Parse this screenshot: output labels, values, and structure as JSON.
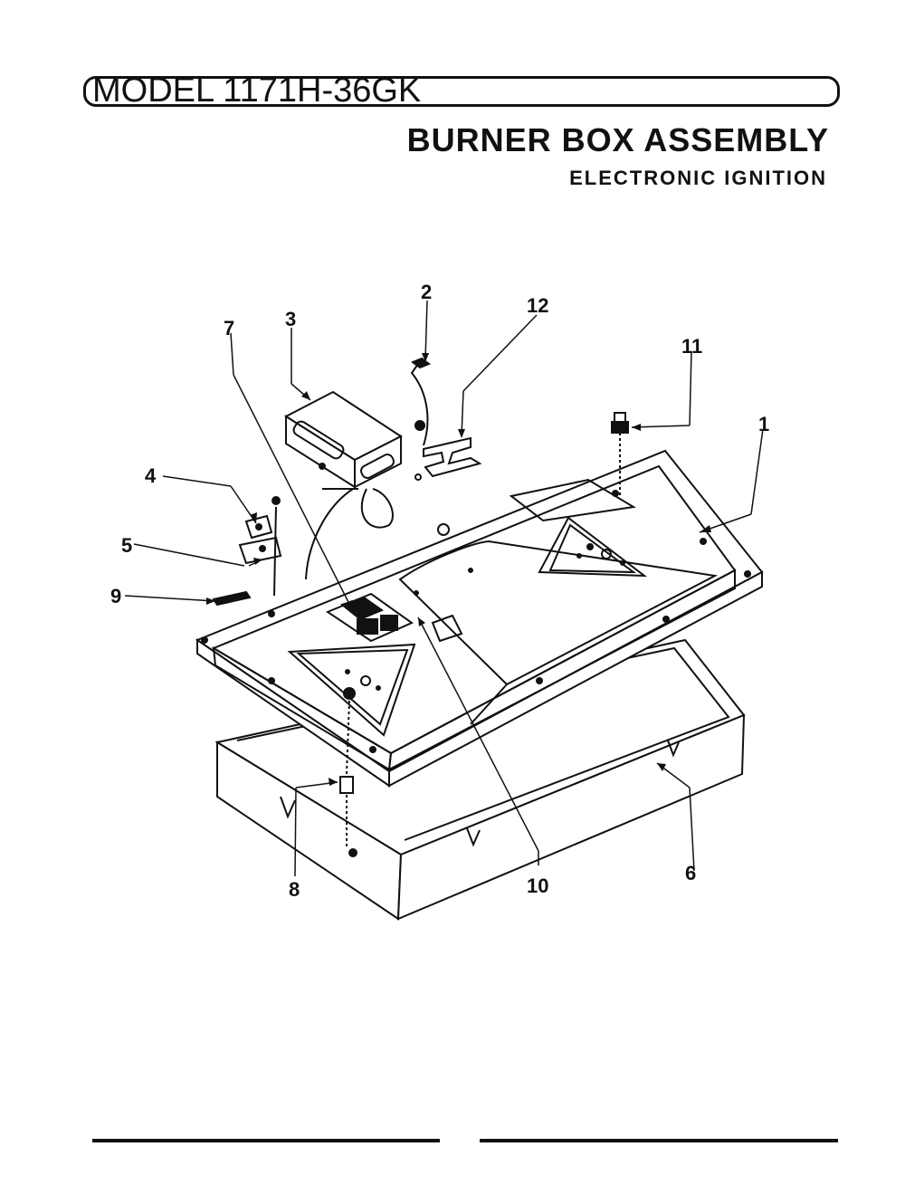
{
  "header": {
    "model": "MODEL 1171H-36GK",
    "title": "BURNER BOX ASSEMBLY",
    "subtitle": "ELECTRONIC IGNITION"
  },
  "callouts": {
    "c1": "1",
    "c2": "2",
    "c3": "3",
    "c4": "4",
    "c5": "5",
    "c6": "6",
    "c7": "7",
    "c8": "8",
    "c9": "9",
    "c10": "10",
    "c11": "11",
    "c12": "12"
  }
}
